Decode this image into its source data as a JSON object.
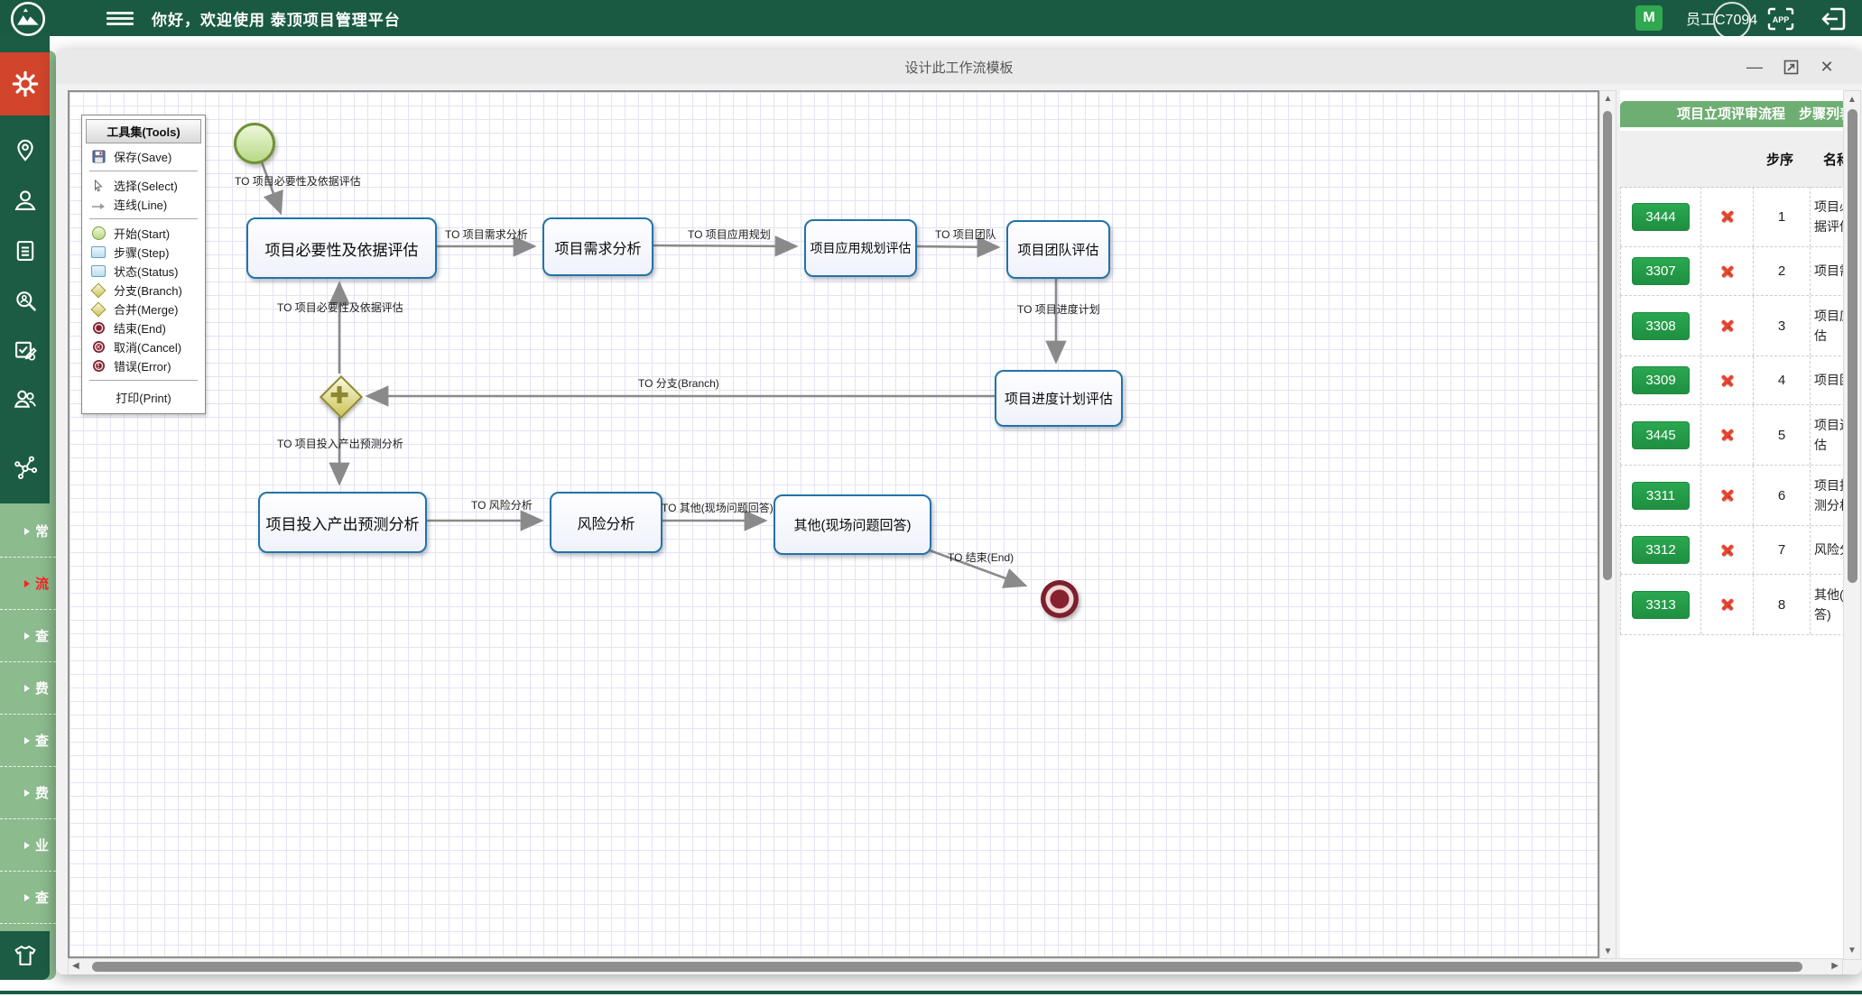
{
  "topbar": {
    "welcome": "你好，欢迎使用 泰顶项目管理平台",
    "user_badge": "M",
    "username": "员工C7094",
    "app_label": "APP"
  },
  "sidebar": {
    "menu_items": [
      {
        "label": "常",
        "active": false
      },
      {
        "label": "流",
        "active": true
      },
      {
        "label": "查",
        "active": false
      },
      {
        "label": "费",
        "active": false
      },
      {
        "label": "查",
        "active": false
      },
      {
        "label": "费",
        "active": false
      },
      {
        "label": "业",
        "active": false
      },
      {
        "label": "查",
        "active": false
      }
    ]
  },
  "dialog": {
    "title": "设计此工作流模板"
  },
  "palette": {
    "header": "工具集(Tools)",
    "items": [
      {
        "label": "保存(Save)"
      },
      {
        "label": "选择(Select)"
      },
      {
        "label": "连线(Line)"
      },
      {
        "label": "开始(Start)"
      },
      {
        "label": "步骤(Step)"
      },
      {
        "label": "状态(Status)"
      },
      {
        "label": "分支(Branch)"
      },
      {
        "label": "合并(Merge)"
      },
      {
        "label": "结束(End)"
      },
      {
        "label": "取消(Cancel)"
      },
      {
        "label": "错误(Error)"
      }
    ],
    "print_label": "打印(Print)"
  },
  "canvas": {
    "nodes": [
      {
        "type": "start",
        "label": ""
      },
      {
        "type": "step",
        "label": "项目必要性及依据评估"
      },
      {
        "type": "step",
        "label": "项目需求分析"
      },
      {
        "type": "step",
        "label": "项目应用规划评估"
      },
      {
        "type": "step",
        "label": "项目团队评估"
      },
      {
        "type": "step",
        "label": "项目进度计划评估"
      },
      {
        "type": "branch",
        "label": ""
      },
      {
        "type": "step",
        "label": "项目投入产出预测分析"
      },
      {
        "type": "step",
        "label": "风险分析"
      },
      {
        "type": "step",
        "label": "其他(现场问题回答)"
      },
      {
        "type": "end",
        "label": ""
      }
    ],
    "edge_labels": [
      "TO 项目必要性及依据评估",
      "TO 项目需求分析",
      "TO 项目应用规划",
      "TO 项目团队",
      "TO 项目进度计划",
      "TO 项目必要性及依据评估",
      "TO 分支(Branch)",
      "TO 项目投入产出预测分析",
      "TO 风险分析",
      "TO 其他(现场问题回答)",
      "TO 结束(End)"
    ]
  },
  "panel": {
    "header": "项目立项评审流程　步骤列表",
    "col_seq": "步序",
    "col_name": "名称",
    "rows": [
      {
        "id": "3444",
        "seq": "1",
        "name": "项目必要性及依据评估"
      },
      {
        "id": "3307",
        "seq": "2",
        "name": "项目需求分析"
      },
      {
        "id": "3308",
        "seq": "3",
        "name": "项目应用规划评估"
      },
      {
        "id": "3309",
        "seq": "4",
        "name": "项目团队评估"
      },
      {
        "id": "3445",
        "seq": "5",
        "name": "项目进度计划评估"
      },
      {
        "id": "3311",
        "seq": "6",
        "name": "项目投入产出预测分析"
      },
      {
        "id": "3312",
        "seq": "7",
        "name": "风险分析"
      },
      {
        "id": "3313",
        "seq": "8",
        "name": "其他(现场问题回答)"
      }
    ]
  },
  "icons": {
    "minimize": "—",
    "close": "✕",
    "up": "▲",
    "down": "▼",
    "left": "◀",
    "right": "▶"
  },
  "colors": {
    "topbar_green": "#1a5a42",
    "accent_green": "#2fa84f",
    "panel_header_green": "#6fae72",
    "active_icon_red": "#d2442c",
    "menu_green": "#8cbb8e",
    "node_border_blue": "#2273a8",
    "delete_red": "#e8432c"
  }
}
